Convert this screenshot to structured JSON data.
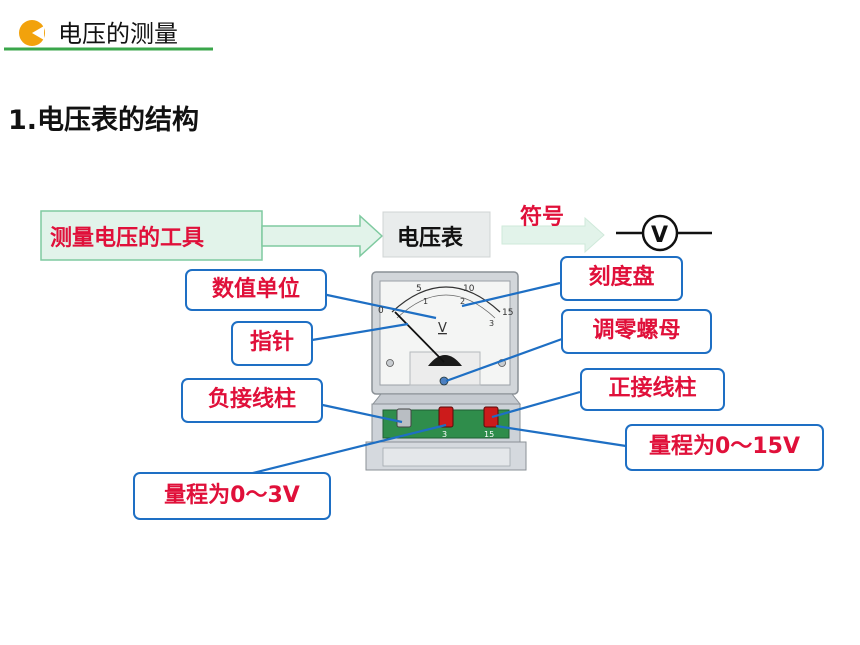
{
  "header": {
    "title": "电压的测量"
  },
  "section": {
    "heading": "1.电压表的结构"
  },
  "flow": {
    "tool_label": "测量电压的工具",
    "device_label": "电压表",
    "symbol_caption": "符号",
    "symbol_letter": "V"
  },
  "meter": {
    "dial_ticks": [
      "0",
      "5",
      "10",
      "15"
    ],
    "dial_ticks_inner": [
      "1",
      "2",
      "3"
    ],
    "dial_unit": "V",
    "terminal_labels": [
      "3",
      "15"
    ]
  },
  "callouts": {
    "unit_symbol": "数值单位",
    "dial": "刻度盘",
    "pointer": "指针",
    "zero_adjust": "调零螺母",
    "negative_terminal": "负接线柱",
    "positive_terminal": "正接线柱",
    "range_15": "量程为0～15V",
    "range_3": "量程为0～3V"
  },
  "colors": {
    "header_accent": "#f2a20c",
    "header_underline": "#3aa64a",
    "callout_border": "#1e6fc4",
    "callout_text": "#e0103a",
    "arrow_fill": "#e2f3ea",
    "arrow_stroke": "#7fcaa0"
  }
}
